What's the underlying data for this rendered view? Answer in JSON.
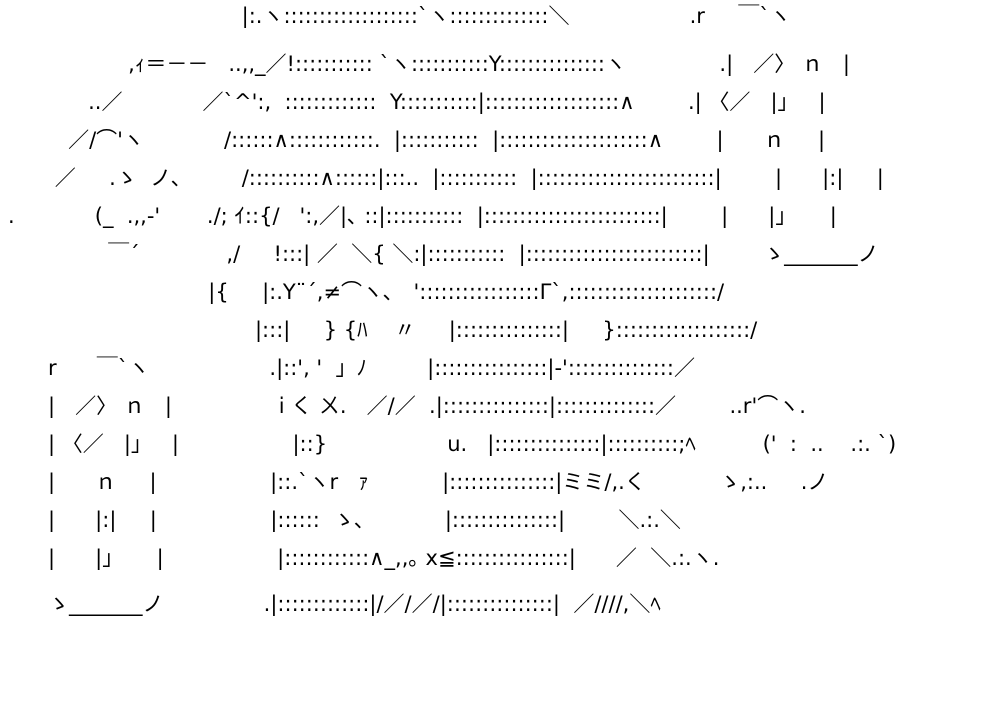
{
  "art": {
    "lines": [
      "                                   |:.ヽ:::::::::::::::::::`ヽ::::::::::::::＼                  .r     ￣`ヽ",
      "                  ,ｨ＝－－   ..,,_／!::::::::::: `ヽ:::::::::::Y:::::::::::::::ヽ              .|   ／〉 ｎ   |",
      "            ..／            ／`^':,  :::::::::::::  Y:::::::::::|:::::::::::::::::::∧        .| 〈／   |」   |",
      "         ／/⌒'ヽ            /::::::∧::::::::::::.  |:::::::::::  |:::::::::::::::::::::∧        |      ｎ     |",
      "       ／     .ゝ  ノ､         /::::::::::∧::::::|:::..  |:::::::::::  |:::::::::::::::::::::::::|        |      |:|     |",
      ".            (_  .,,-'       ./; ｲ::{/   ':,／|､ ::|:::::::::::  |:::::::::::::::::::::::::|        |      |」     |",
      "               ￣´             ,/     !:::| ／  ＼{ ＼:|:::::::::::  |:::::::::::::::::::::::::|        ゝ_______ノ",
      "                              |{     |:.Y¨´,≠⌒ヽ､   ':::::::::::::::::Γ`,:::::::::::::::::::::/",
      "                                     |:::|     } {ﾊ    〃     |:::::::::::::::|     }:::::::::::::::::::/",
      "      r      ￣`ヽ                  .|::', '  」ﾉ         |::::::::::::::::|-':::::::::::::::／",
      "      |   ／〉 ｎ   |                i く ㄨ.   ／/／  .|:::::::::::::::|::::::::::::::／        ..r'⌒ヽ.",
      "      | 〈／   |」   |                 |::}                  u.   |:::::::::::::::|::::::::::;ﾍ          ('  :  ..    .:. `)",
      "      |      ｎ     |                 |::.`ヽr   ｧ           |:::::::::::::::|ミミ/,.く           ゝ,:..     .ノ",
      "      |      |:|     |                 |::::::  ゝ､            |:::::::::::::::|        ＼.:.＼",
      "      |      |」     |                 |::::::::::::∧_,,｡ x≦::::::::::::::::|      ／  ＼.:.ヽ.",
      "      ゝ_______ノ               .|:::::::::::::|/／/／/|:::::::::::::::|  ／////,＼ﾍ"
    ]
  }
}
